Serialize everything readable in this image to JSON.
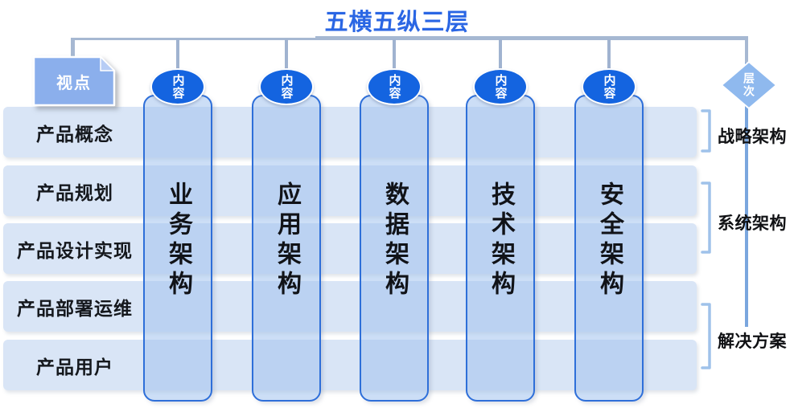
{
  "title": {
    "text": "五横五纵三层"
  },
  "viewpoint_badge": {
    "label": "视点"
  },
  "hierarchy_diamond": {
    "label": "层次"
  },
  "rows": [
    {
      "label": "产品概念"
    },
    {
      "label": "产品规划"
    },
    {
      "label": "产品设计实现"
    },
    {
      "label": "产品部署运维"
    },
    {
      "label": "产品用户"
    }
  ],
  "columns": [
    {
      "tag": "内容",
      "label": "业务架构"
    },
    {
      "tag": "内容",
      "label": "应用架构"
    },
    {
      "tag": "内容",
      "label": "数据架构"
    },
    {
      "tag": "内容",
      "label": "技术架构"
    },
    {
      "tag": "内容",
      "label": "安全架构"
    }
  ],
  "layer_labels": [
    {
      "label": "战略架构"
    },
    {
      "label": "系统架构"
    },
    {
      "label": "解决方案"
    }
  ],
  "colors": {
    "title_blue": "#2a66e4",
    "tag_ellipse_fill": "#1464e0",
    "badge_fill": "#8bafec",
    "badge_fold": "#b7cdf5",
    "diamond_fill": "#8fb9ee",
    "row_fill": "#d9e5f6",
    "column_fill": "rgba(163,195,238,0.55)",
    "column_border": "#2e6fd9",
    "connector_line": "#a6b8d2",
    "right_vertical_line": "#7aa6de",
    "bracket": "#9fc2ea"
  }
}
